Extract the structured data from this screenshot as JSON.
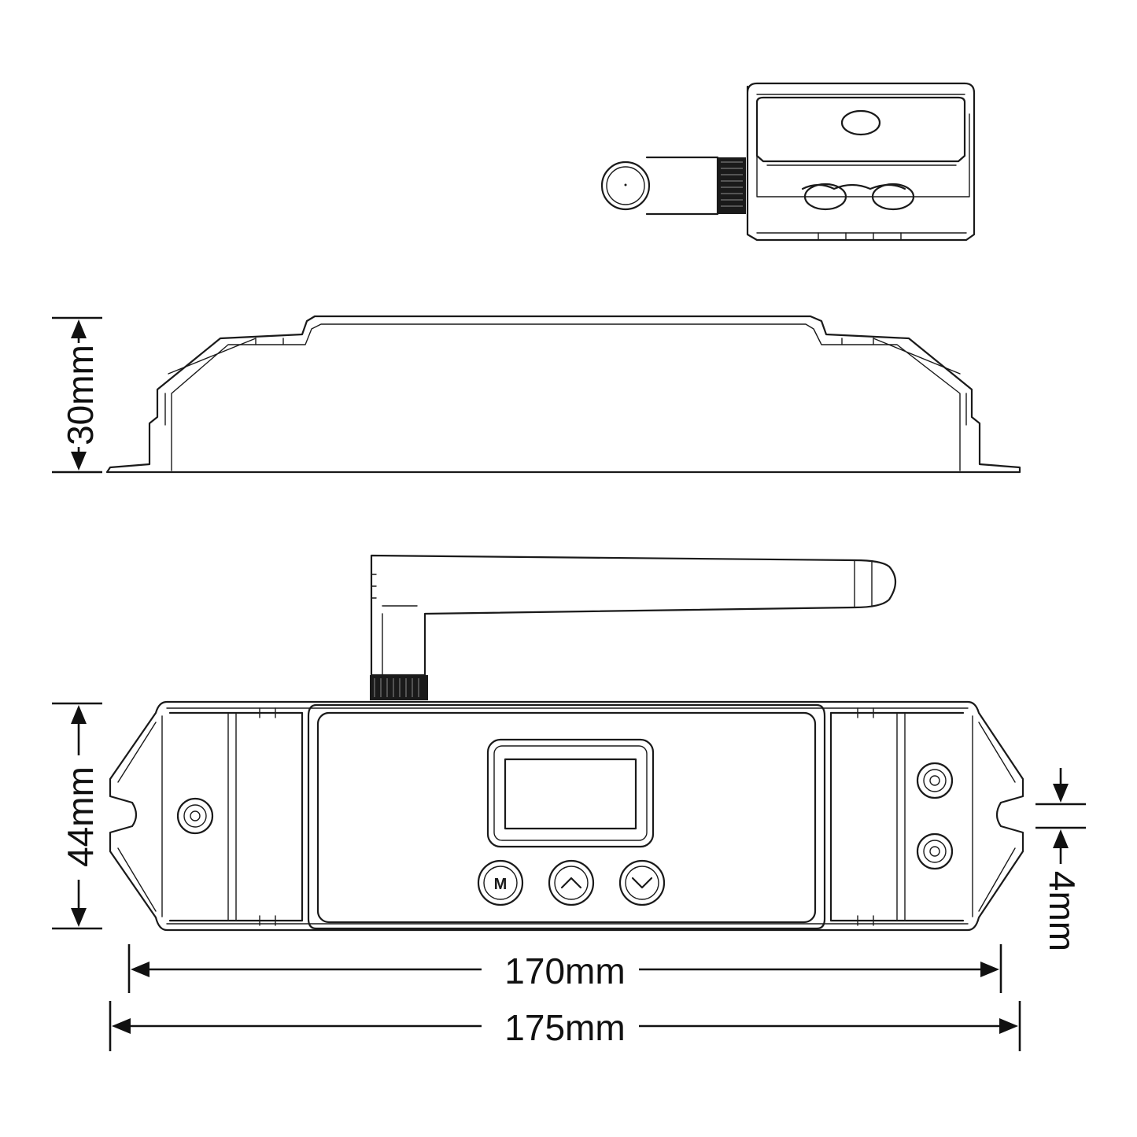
{
  "dimensions": {
    "height_side": "30mm",
    "width_front": "44mm",
    "hole_gap": "4mm",
    "hole_span": "170mm",
    "total_length": "175mm"
  },
  "buttons": {
    "mode_label": "M"
  },
  "colors": {
    "line": "#1a1a1a",
    "background": "#ffffff"
  }
}
